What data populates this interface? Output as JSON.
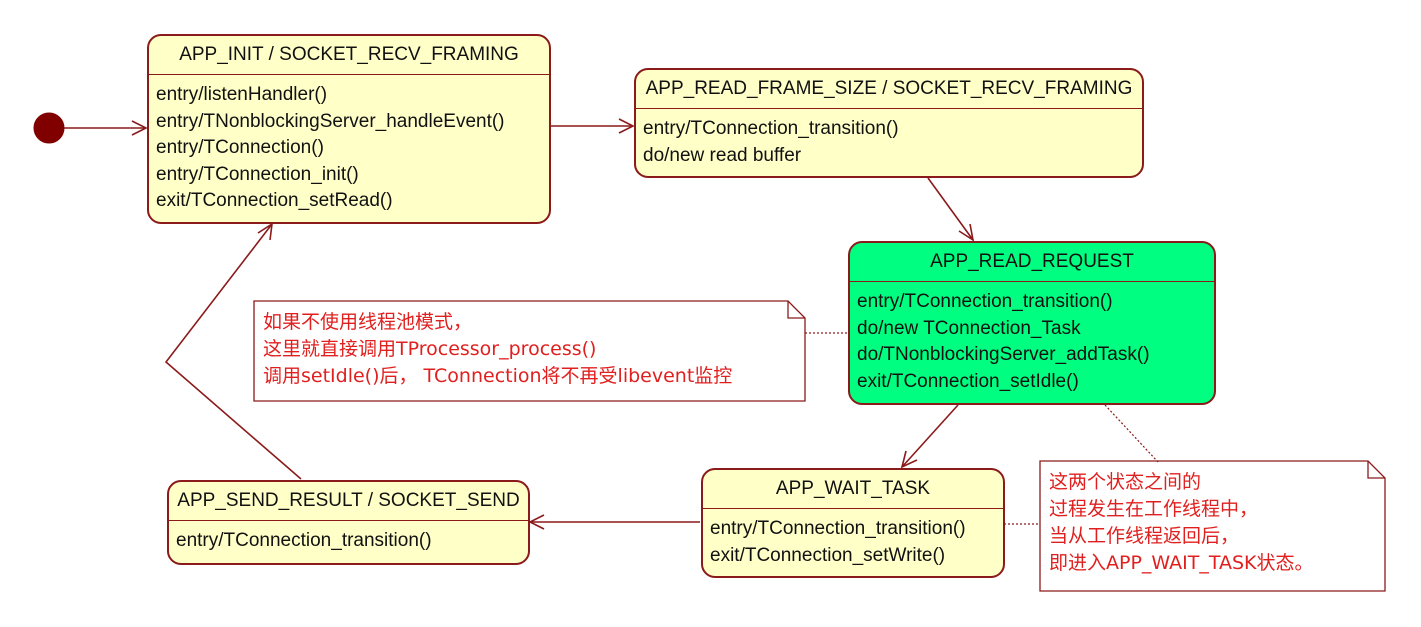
{
  "states": {
    "app_init": {
      "title": "APP_INIT / SOCKET_RECV_FRAMING",
      "actions": [
        "entry/listenHandler()",
        "entry/TNonblockingServer_handleEvent()",
        "entry/TConnection()",
        "entry/TConnection_init()",
        "exit/TConnection_setRead()"
      ]
    },
    "app_read_frame_size": {
      "title": "APP_READ_FRAME_SIZE / SOCKET_RECV_FRAMING",
      "actions": [
        "entry/TConnection_transition()",
        "do/new read buffer"
      ]
    },
    "app_read_request": {
      "title": "APP_READ_REQUEST",
      "actions": [
        "entry/TConnection_transition()",
        "do/new TConnection_Task",
        "do/TNonblockingServer_addTask()",
        "exit/TConnection_setIdle()"
      ]
    },
    "app_wait_task": {
      "title": "APP_WAIT_TASK",
      "actions": [
        "entry/TConnection_transition()",
        "exit/TConnection_setWrite()"
      ]
    },
    "app_send_result": {
      "title": "APP_SEND_RESULT / SOCKET_SEND",
      "actions": [
        "entry/TConnection_transition()"
      ]
    }
  },
  "notes": {
    "thread_pool_note": [
      "如果不使用线程池模式，",
      "这里就直接调用TProcessor_process()",
      "调用setIdle()后， TConnection将不再受libevent监控"
    ],
    "worker_thread_note": [
      "这两个状态之间的",
      "过程发生在工作线程中，",
      "当从工作线程返回后，",
      "即进入APP_WAIT_TASK状态。"
    ]
  },
  "colors": {
    "border": "#8b1a1a",
    "state_fill": "#ffffc8",
    "active_fill": "#00ff80",
    "note_text": "#e0201f"
  }
}
